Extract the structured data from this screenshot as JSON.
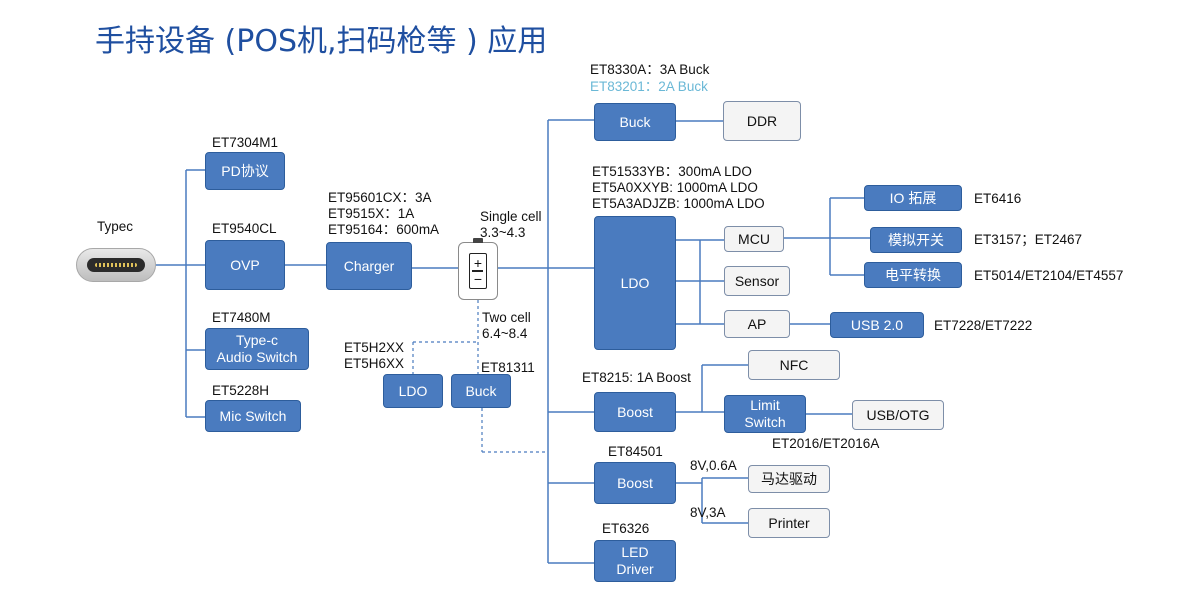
{
  "title": "手持设备 (POS机,扫码枪等 ) 应用",
  "input": {
    "label": "Typec",
    "icon": "usb-c-connector-icon"
  },
  "blocks": {
    "pd": "PD协议",
    "ovp": "OVP",
    "typec_audio": "Type-c\nAudio Switch",
    "mic": "Mic Switch",
    "charger": "Charger",
    "ldo_small": "LDO",
    "buck_small": "Buck",
    "buck_top": "Buck",
    "ddr": "DDR",
    "ldo_main": "LDO",
    "mcu": "MCU",
    "sensor": "Sensor",
    "ap": "AP",
    "io": "IO 拓展",
    "analog": "模拟开关",
    "level": "电平转换",
    "usb2": "USB 2.0",
    "boost1": "Boost",
    "nfc": "NFC",
    "limit": "Limit\nSwitch",
    "usbotg": "USB/OTG",
    "boost2": "Boost",
    "motor": "马达驱动",
    "printer": "Printer",
    "led": "LED\nDriver"
  },
  "labels": {
    "pd_part": "ET7304M1",
    "ovp_part": "ET9540CL",
    "audio_part": "ET7480M",
    "mic_part": "ET5228H",
    "charger_parts": "ET95601CX：3A\nET9515X：1A\nET95164：600mA",
    "single_cell": "Single cell\n3.3~4.3",
    "two_cell": "Two cell\n6.4~8.4",
    "small_ldo_parts": "ET5H2XX\nET5H6XX",
    "small_buck_part": "ET81311",
    "buck_part_1": "ET8330A：3A Buck",
    "buck_part_2": "ET83201：2A Buck",
    "ldo_parts": "ET51533YB：300mA LDO\nET5A0XXYB: 1000mA LDO\nET5A3ADJZB: 1000mA LDO",
    "io_part": "ET6416",
    "analog_parts": "ET3157；ET2467",
    "level_parts": "ET5014/ET2104/ET4557",
    "usb2_parts": "ET7228/ET7222",
    "boost1_part": "ET8215: 1A Boost",
    "limit_parts": "ET2016/ET2016A",
    "boost2_part": "ET84501",
    "motor_spec": "8V,0.6A",
    "printer_spec": "8V,3A",
    "led_part": "ET6326"
  },
  "colors": {
    "title": "#1f4fa0",
    "block_fill": "#4a7bbf",
    "line": "#4a7bbf",
    "cyan_text": "#6ab8d6",
    "light_fill": "#f4f4f4"
  }
}
